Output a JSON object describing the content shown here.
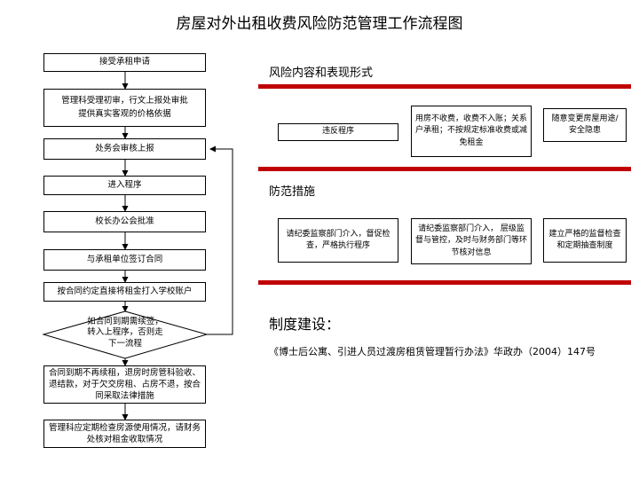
{
  "title": "房屋对外出租收费风险防范管理工作流程图",
  "flow": {
    "steps": [
      "接受承租申请",
      "管理科受理初审，行文上报处审批",
      "提供真实客观的价格依据",
      "处务会审核上报",
      "进入程序",
      "校长办公会批准",
      "与承租单位签订合同",
      "按合同约定直接将租金打入学校账户",
      "如合同到期需续签，",
      "转入上程序，否则走",
      "下一流程",
      "合同到期不再续租，退房时房管科验收、退结款，对于欠交房租、占房不退，按合同采取法律措施",
      "管理科应定期检查房源使用情况，请财务处核对租金收取情况"
    ]
  },
  "risk": {
    "heading": "风险内容和表现形式",
    "items": [
      "违反程序",
      "用房不收费，收费不入账；关系户承租；不按规定标准收费或减免租金",
      "随意变更房屋用途/安全隐患"
    ]
  },
  "prevent": {
    "heading": "防范措施",
    "items": [
      "请纪委监察部门介入，督促检查，严格执行程序",
      "请纪委监察部门介入，  层级监督与管控，及时与财务部门等环节核对信息",
      "建立严格的监督检查和定期抽查制度"
    ]
  },
  "system": {
    "heading": "制度建设：",
    "text": "《博士后公寓、引进人员过渡房租赁管理暂行办法》华政办（2004）147号"
  },
  "colors": {
    "accent_bar": "#c00000",
    "line": "#000000"
  }
}
